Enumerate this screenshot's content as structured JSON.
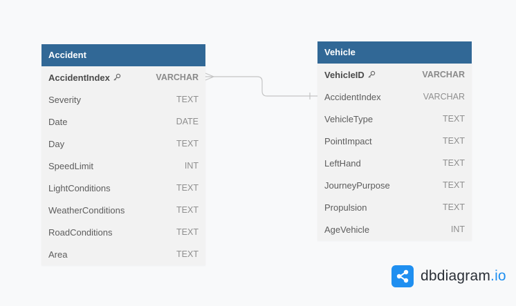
{
  "tables": [
    {
      "id": "accident",
      "name": "Accident",
      "columns": [
        {
          "name": "AccidentIndex",
          "type": "VARCHAR",
          "pk": true
        },
        {
          "name": "Severity",
          "type": "TEXT"
        },
        {
          "name": "Date",
          "type": "DATE"
        },
        {
          "name": "Day",
          "type": "TEXT"
        },
        {
          "name": "SpeedLimit",
          "type": "INT"
        },
        {
          "name": "LightConditions",
          "type": "TEXT"
        },
        {
          "name": "WeatherConditions",
          "type": "TEXT"
        },
        {
          "name": "RoadConditions",
          "type": "TEXT"
        },
        {
          "name": "Area",
          "type": "TEXT"
        }
      ]
    },
    {
      "id": "vehicle",
      "name": "Vehicle",
      "columns": [
        {
          "name": "VehicleID",
          "type": "VARCHAR",
          "pk": true
        },
        {
          "name": "AccidentIndex",
          "type": "VARCHAR"
        },
        {
          "name": "VehicleType",
          "type": "TEXT"
        },
        {
          "name": "PointImpact",
          "type": "TEXT"
        },
        {
          "name": "LeftHand",
          "type": "TEXT"
        },
        {
          "name": "JourneyPurpose",
          "type": "TEXT"
        },
        {
          "name": "Propulsion",
          "type": "TEXT"
        },
        {
          "name": "AgeVehicle",
          "type": "INT"
        }
      ]
    }
  ],
  "relationships": [
    {
      "from": "Accident.AccidentIndex",
      "from_cardinality": "many",
      "to": "Vehicle.AccidentIndex",
      "to_cardinality": "one"
    }
  ],
  "branding": {
    "brand": "dbdiagram",
    "suffix": ".io",
    "accent": "#1f8ff0"
  },
  "colors": {
    "header": "#316896",
    "table_bg": "#f2f2f2",
    "canvas_bg": "#f8f9fa",
    "connector": "#c4c4c4"
  }
}
